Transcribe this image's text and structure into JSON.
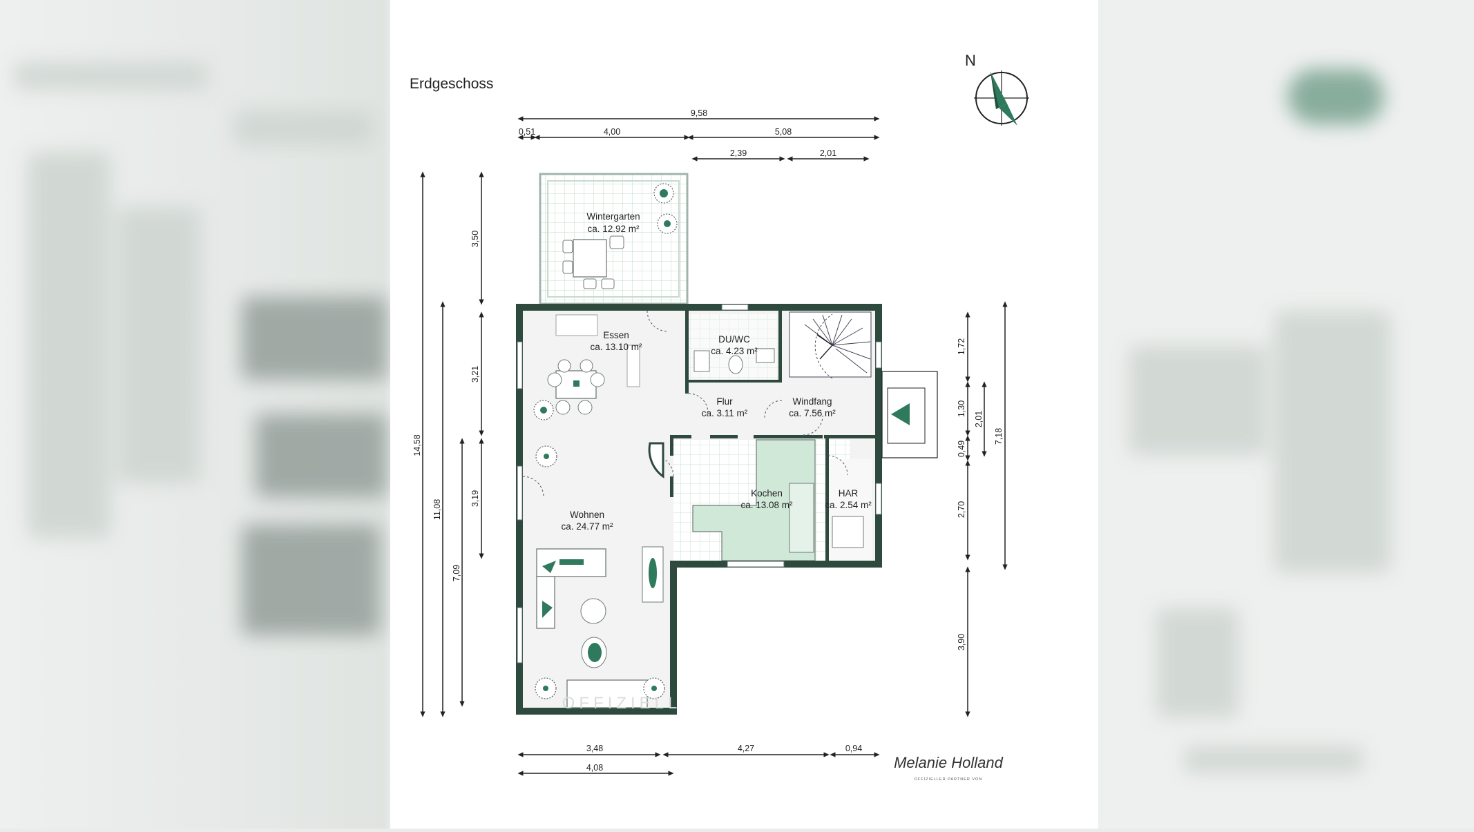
{
  "title": "Erdgeschoss",
  "compass_label": "N",
  "dimensions_top": {
    "total": "9,58",
    "segments_row1": [
      "0,51",
      "4,00",
      "5,08"
    ],
    "segments_row2": [
      "2,39",
      "2,01"
    ]
  },
  "dimensions_left": {
    "overall": "14,58",
    "second": "11,08",
    "third": "7,09",
    "segments": [
      "3,50",
      "3,21",
      "3,19"
    ]
  },
  "dimensions_right": {
    "segments": [
      "1,72",
      "1,30",
      "0,49",
      "2,70",
      "3,90"
    ],
    "inner": "2,01",
    "outer": "7,18"
  },
  "dimensions_bottom": {
    "row1": [
      "3,48",
      "4,27",
      "0,94"
    ],
    "row2": "4,08"
  },
  "rooms": [
    {
      "name": "Wintergarten",
      "area": "ca. 12.92 m²"
    },
    {
      "name": "Essen",
      "area": "ca. 13.10 m²"
    },
    {
      "name": "DU/WC",
      "area": "ca. 4.23 m²"
    },
    {
      "name": "Flur",
      "area": "ca. 3.11 m²"
    },
    {
      "name": "Windfang",
      "area": "ca. 7.56 m²"
    },
    {
      "name": "Wohnen",
      "area": "ca. 24.77 m²"
    },
    {
      "name": "Kochen",
      "area": "ca. 13.08 m²"
    },
    {
      "name": "HAR",
      "area": "ca. 2.54 m²"
    }
  ],
  "watermark": "OFFIZIELL",
  "signature": {
    "name": "Melanie Holland",
    "tagline": "OFFIZIELLER PARTNER VON"
  },
  "colors": {
    "wall": "#2e4a3f",
    "accent": "#2f7a5c",
    "kitchen_fill": "#cfe8d8",
    "tile_grid": "#b9dcc8",
    "floor": "#f2f3f2"
  }
}
